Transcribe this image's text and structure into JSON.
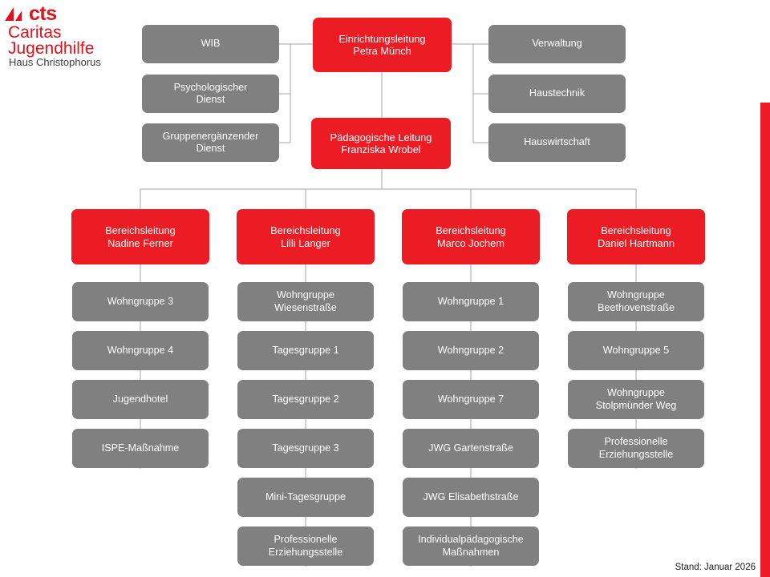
{
  "logo": {
    "brand": "cts",
    "line2": "Caritas",
    "line3": "Jugendhilfe",
    "line4": "Haus Christophorus",
    "flag_icon": "caritas-flag-icon",
    "brand_color": "#E1121C",
    "subtitle_color": "#3C3C3B"
  },
  "colors": {
    "red": "#EC1C24",
    "gray": "#808080",
    "connector": "#A6A6A6",
    "text_on_box": "#FFFFFF"
  },
  "org": {
    "director": {
      "title": "Einrichtungsleitung",
      "name": "Petra Münch",
      "label": "Einrichtungsleitung\nPetra Münch"
    },
    "pedagogical_lead": {
      "title": "Pädagogische Leitung",
      "name": "Franziska Wrobel",
      "label": "Pädagogische Leitung\nFranziska Wrobel"
    },
    "staff_left": [
      {
        "label": "WIB"
      },
      {
        "label": "Psychologischer\nDienst"
      },
      {
        "label": "Gruppenergänzender\nDienst"
      }
    ],
    "staff_right": [
      {
        "label": "Verwaltung"
      },
      {
        "label": "Haustechnik"
      },
      {
        "label": "Hauswirtschaft"
      }
    ],
    "divisions": [
      {
        "title": "Bereichsleitung",
        "name": "Nadine Ferner",
        "label": "Bereichsleitung\nNadine Ferner",
        "units": [
          {
            "label": "Wohngruppe  3"
          },
          {
            "label": "Wohngruppe  4"
          },
          {
            "label": "Jugendhotel"
          },
          {
            "label": "ISPE-Maßnahme"
          }
        ]
      },
      {
        "title": "Bereichsleitung",
        "name": "Lilli Langer",
        "label": "Bereichsleitung\nLilli Langer",
        "units": [
          {
            "label": "Wohngruppe\nWiesenstraße"
          },
          {
            "label": "Tagesgruppe 1"
          },
          {
            "label": "Tagesgruppe 2"
          },
          {
            "label": "Tagesgruppe 3"
          },
          {
            "label": "Mini-Tagesgruppe"
          },
          {
            "label": "Professionelle\nErziehungsstelle"
          }
        ]
      },
      {
        "title": "Bereichsleitung",
        "name": "Marco Jochem",
        "label": "Bereichsleitung\nMarco Jochem",
        "units": [
          {
            "label": "Wohngruppe  1"
          },
          {
            "label": "Wohngruppe  2"
          },
          {
            "label": "Wohngruppe  7"
          },
          {
            "label": "JWG Gartenstraße"
          },
          {
            "label": "JWG Elisabethstraße"
          },
          {
            "label": "Individualpädagogische\nMaßnahmen"
          }
        ]
      },
      {
        "title": "Bereichsleitung",
        "name": "Daniel Hartmann",
        "label": "Bereichsleitung\nDaniel Hartmann",
        "units": [
          {
            "label": "Wohngruppe\nBeethovenstraße"
          },
          {
            "label": "Wohngruppe  5"
          },
          {
            "label": "Wohngruppe\nStolpmünder  Weg"
          },
          {
            "label": "Professionelle\nErziehungsstelle"
          }
        ]
      }
    ]
  },
  "footer": {
    "stamp": "Stand: Januar 2026"
  }
}
